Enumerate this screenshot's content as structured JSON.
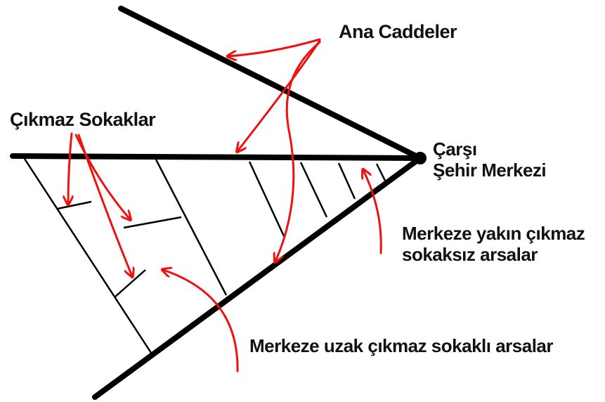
{
  "labels": {
    "main_streets": "Ana Caddeler",
    "dead_end_streets": "Çıkmaz Sokaklar",
    "center_line1": "Çarşı",
    "center_line2": "Şehir Merkezi",
    "near_plots_line1": "Merkeze yakın çıkmaz",
    "near_plots_line2": "sokaksız arsalar",
    "far_plots": "Merkeze uzak çıkmaz sokaklı arsalar"
  },
  "colors": {
    "road": "#000000",
    "arrow": "#ee1111",
    "text": "#111111",
    "background": "#ffffff"
  }
}
